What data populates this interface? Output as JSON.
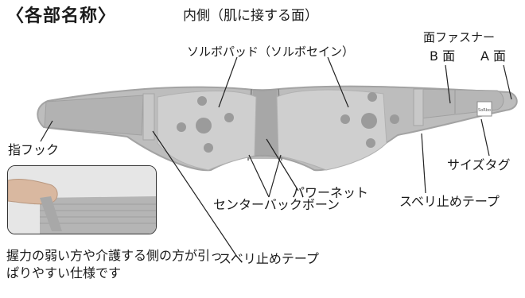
{
  "title": "〈各部名称〉",
  "subtitle": "内側（肌に接する面）",
  "labels": {
    "solbo_pad": "ソルボパッド（ソルボセイン）",
    "fastener_header": "面ファスナー",
    "fastener_b": "B 面",
    "fastener_a": "A 面",
    "finger_hook": "指フック",
    "size_tag": "サイズタグ",
    "power_net": "パワーネット",
    "center_back_bone": "センターバックボーン",
    "slip_tape_right": "スベリ止めテープ",
    "slip_tape_bottom": "スベリ止めテープ"
  },
  "inset_caption": "握力の弱い方や介護する側の方が引っぱりやすい仕様です",
  "size_tag_text": "SoRbo",
  "colors": {
    "belt": "#bdbdbd",
    "belt_edge": "#a3a3a3",
    "pad": "#cfcfcf",
    "pad_dot": "#9b9b9b",
    "mesh": "#9e9e9e",
    "line": "#222222"
  }
}
